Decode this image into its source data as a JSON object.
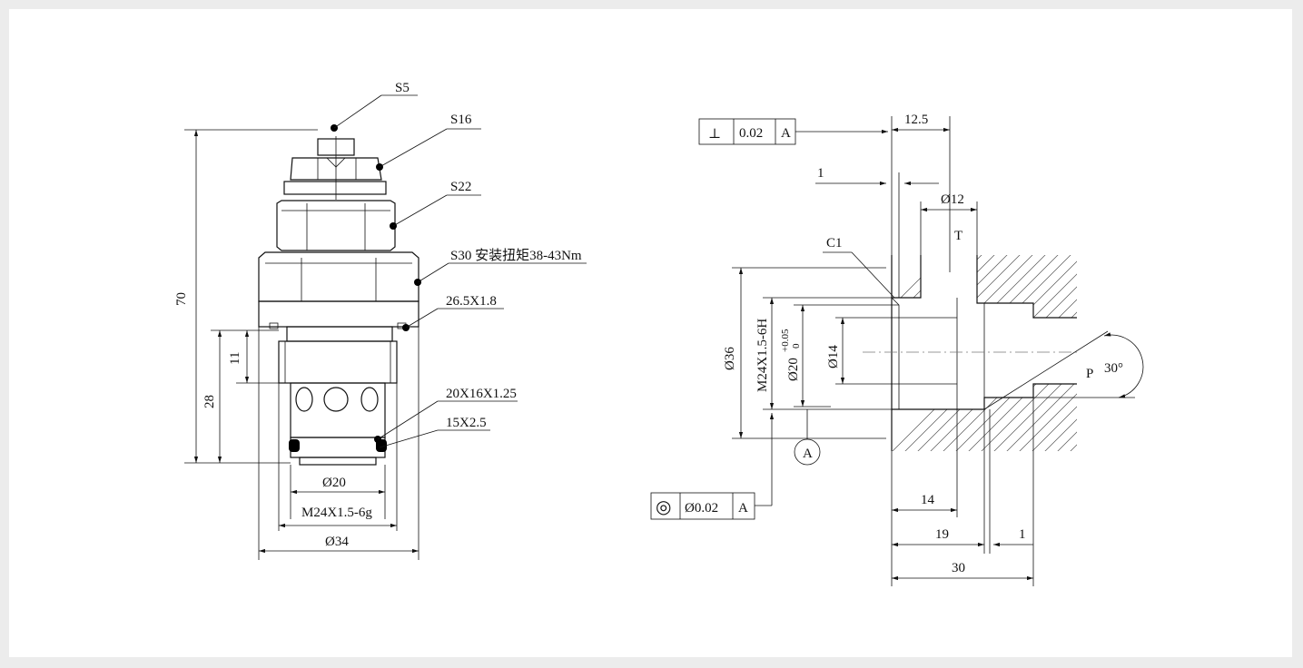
{
  "valve": {
    "callouts": {
      "s5": "S5",
      "s16": "S16",
      "s22": "S22",
      "s30": "S30 安装扭矩38-43Nm",
      "oring_1": "26.5X1.8",
      "oring_2": "20X16X1.25",
      "oring_3": "15X2.5"
    },
    "dims": {
      "height_total": "70",
      "height_body": "28",
      "height_step": "11",
      "dia_tip": "Ø20",
      "thread": "M24X1.5-6g",
      "dia_hex": "Ø34"
    }
  },
  "cavity": {
    "perpendicularity": {
      "symbol": "⊥",
      "value": "0.02",
      "datum": "A"
    },
    "concentricity": {
      "symbol": "◎",
      "value": "Ø0.02",
      "datum": "A"
    },
    "datum_label": "A",
    "dims": {
      "depth_top": "12.5",
      "step": "1",
      "dia_t": "Ø12",
      "port_t": "T",
      "chamfer": "C1",
      "dia_36": "Ø36",
      "thread": "M24X1.5-6H",
      "dia_20": "Ø20",
      "tol_upper": "+0.05",
      "tol_lower": "0",
      "dia_14": "Ø14",
      "port_p": "P",
      "angle": "30°",
      "len_14": "14",
      "len_19": "19",
      "len_1b": "1",
      "len_30": "30"
    }
  }
}
